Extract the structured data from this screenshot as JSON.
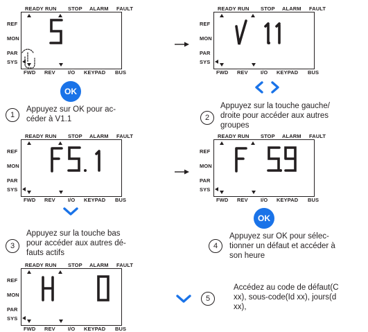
{
  "labels": {
    "top": [
      "READY",
      "RUN",
      "STOP",
      "ALARM",
      "FAULT"
    ],
    "side": [
      "REF",
      "MON",
      "PAR",
      "SYS"
    ],
    "bottom": [
      "FWD",
      "REV",
      "I/O",
      "KEYPAD",
      "BUS"
    ]
  },
  "panels": [
    {
      "id": "p1",
      "display": "S"
    },
    {
      "id": "p2",
      "display": "V 1.1"
    },
    {
      "id": "p3",
      "display": "F 5.1"
    },
    {
      "id": "p4",
      "display": "F 5.9"
    },
    {
      "id": "p5",
      "display": "H 0"
    }
  ],
  "buttons": {
    "ok": "OK"
  },
  "icons": {
    "ok_button": "ok-button",
    "left": "chevron-left-icon",
    "right": "chevron-right-icon",
    "down": "chevron-down-icon",
    "arrow": "arrow-right-icon",
    "hand": "hand-press-icon"
  },
  "steps": [
    {
      "num": "1",
      "lines": [
        "Appuyez sur OK pour ac-",
        "céder à V1.1"
      ]
    },
    {
      "num": "2",
      "lines": [
        "Appuyez sur la touche gauche/",
        "droite pour accéder aux autres",
        "groupes"
      ]
    },
    {
      "num": "3",
      "lines": [
        "Appuyez sur la touche bas",
        "pour accéder aux autres dé-",
        "fauts actifs"
      ]
    },
    {
      "num": "4",
      "lines": [
        "Appuyez sur OK pour sélec-",
        "tionner un défaut et accéder à",
        "son heure"
      ]
    },
    {
      "num": "5",
      "lines": [
        "Accédez au code de défaut(C",
        "xx), sous-code(Id xx), jours(d",
        "xx),"
      ]
    }
  ],
  "colors": {
    "accent": "#1a73e8",
    "ink": "#231f20"
  }
}
